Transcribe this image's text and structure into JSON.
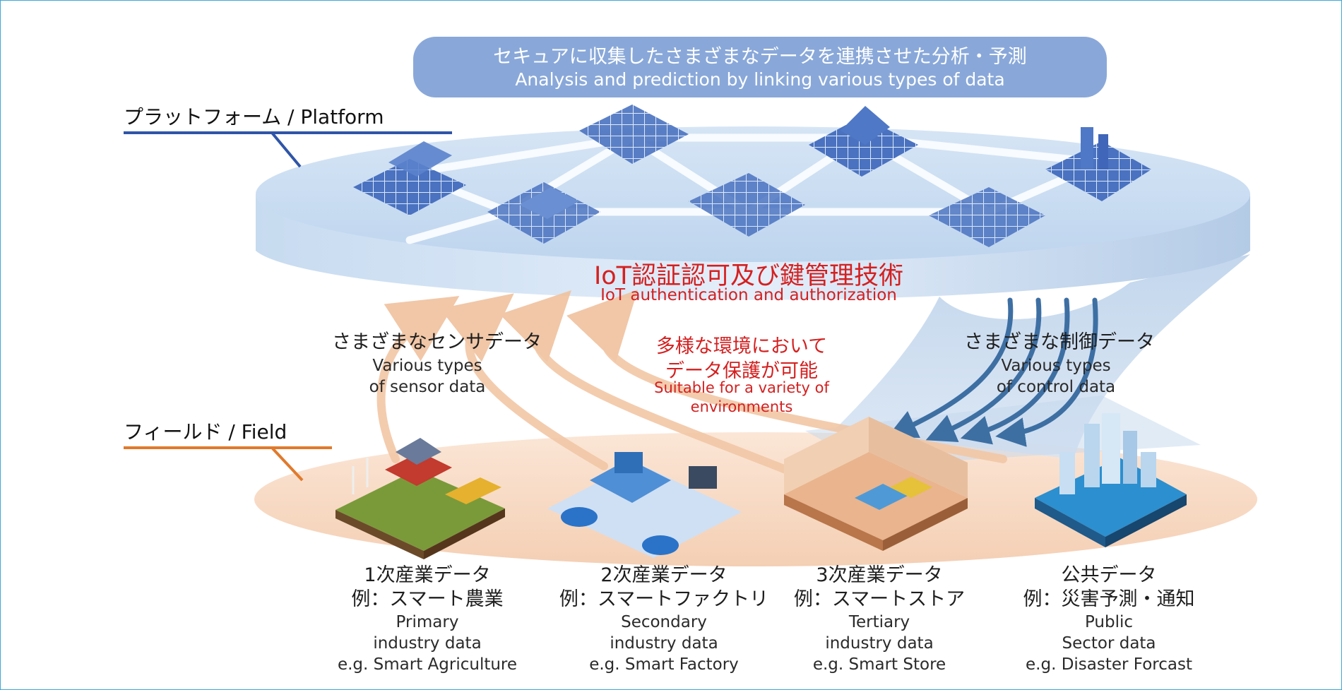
{
  "banner": {
    "jp": "セキュアに収集したさまざまなデータを連携させた分析・予測",
    "en": "Analysis and prediction by linking various types of data"
  },
  "platform_label": "プラットフォーム / Platform",
  "field_label": "フィールド / Field",
  "core": {
    "jp": "IoT認証認可及び鍵管理技術",
    "en": "IoT authentication and authorization"
  },
  "sensor": {
    "jp": "さまざまなセンサデータ",
    "en1": "Various types",
    "en2": "of sensor data"
  },
  "protection": {
    "jp1": "多様な環境において",
    "jp2": "データ保護が可能",
    "en1": "Suitable for a variety of",
    "en2": "environments"
  },
  "control": {
    "jp": "さまざまな制御データ",
    "en1": "Various types",
    "en2": "of control data"
  },
  "industries": [
    {
      "jp1": "1次産業データ",
      "jp2": "例：スマート農業",
      "en1": "Primary",
      "en2": "industry data",
      "en3": "e.g. Smart Agriculture"
    },
    {
      "jp1": "2次産業データ",
      "jp2": "例：スマートファクトリ",
      "en1": "Secondary",
      "en2": "industry data",
      "en3": "e.g. Smart Factory"
    },
    {
      "jp1": "3次産業データ",
      "jp2": "例：スマートストア",
      "en1": "Tertiary",
      "en2": "industry data",
      "en3": "e.g. Smart Store"
    },
    {
      "jp1": "公共データ",
      "jp2": "例：災害予測・通知",
      "en1": "Public",
      "en2": "Sector data",
      "en3": "e.g. Disaster Forcast"
    }
  ],
  "colors": {
    "platform": "#bcd4ec",
    "platform_dark": "#9fbde0",
    "tiles": "#3f66b8",
    "field": "#f6d6bf",
    "sensor_arrow": "#f2c7a6",
    "control_arrow": "#3d6fa3",
    "platform_line": "#2f55a8",
    "field_line": "#e07a2c",
    "accent_red": "#d42020"
  },
  "icons": [
    "agriculture-icon",
    "factory-icon",
    "store-icon",
    "city-icon"
  ]
}
